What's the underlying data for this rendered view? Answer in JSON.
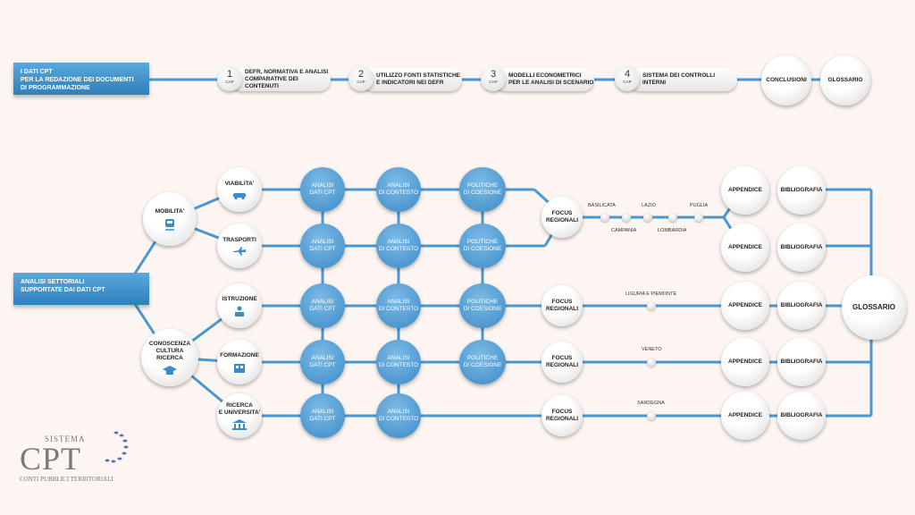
{
  "top": {
    "header": "I DATI CPT\nPER LA REDAZIONE DEI DOCUMENTI\nDI PROGRAMMAZIONE",
    "chapters": [
      {
        "num": "1",
        "cap": "CAP",
        "label": "DEFR, NORMATIVA E ANALISI\nCOMPARATIVE DEI CONTENUTI"
      },
      {
        "num": "2",
        "cap": "CAP",
        "label": "UTILIZZO FONTI STATISTICHE\nE INDICATORI NEI DEFR"
      },
      {
        "num": "3",
        "cap": "CAP",
        "label": "MODELLI ECONOMETRICI\nPER LE ANALISI DI SCENARIO"
      },
      {
        "num": "4",
        "cap": "CAP",
        "label": "SISTEMA DEI CONTROLLI INTERNI"
      }
    ],
    "conclusioni": "CONCLUSIONI",
    "glossario": "GLOSSARIO"
  },
  "bottom": {
    "header": "ANALISI SETTORIALI\nSUPPORTATE DAI DATI CPT",
    "groups": {
      "mobilita": "MOBILITA'",
      "conoscenza": "CONOSCENZA\nCULTURA\nRICERCA"
    },
    "sectors": [
      "VIABILITA'",
      "TRASPORTI",
      "ISTRUZIONE",
      "FORMAZIONE",
      "RICERCA\nE UNIVERSITA'"
    ],
    "analisi_dati": "ANALISI\nDATI CPT",
    "analisi_contesto": "ANALISI\nDI CONTESTO",
    "politiche": "POLITICHE\nDI COESIONE",
    "focus": "FOCUS\nREGIONALI",
    "regions_top": [
      "BASILICATA",
      "LAZIO",
      "PUGLIA"
    ],
    "regions_bottom": [
      "CAMPANIA",
      "LOMBARDIA"
    ],
    "region_rows": [
      "LIGURIA E PIEMONTE",
      "VENETO",
      "SARDEGNA"
    ],
    "appendice": "APPENDICE",
    "bibliografia": "BIBLIOGRAFIA",
    "glossario": "GLOSSARIO"
  },
  "logo": {
    "sistema": "SISTEMA",
    "brand": "CPT",
    "full": "CONTI PUBBLICI TERRITORIALI"
  },
  "colors": {
    "line": "#4a97d2",
    "accent": "#3c8bc7",
    "background": "#fcf5f1"
  }
}
